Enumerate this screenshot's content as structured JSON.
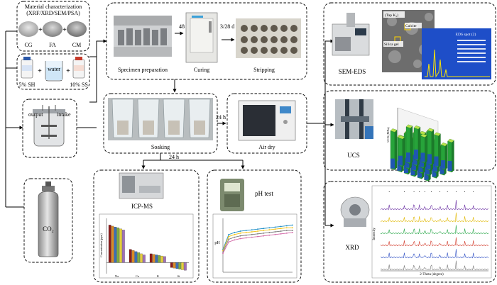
{
  "material": {
    "title_line1": "Material characterization",
    "title_line2": "(XRF/XRD/SEM/PSA)",
    "samples": [
      "CG",
      "FA",
      "CM"
    ]
  },
  "liquids": {
    "left": "5% SH",
    "center": "water",
    "right": "10% SS"
  },
  "mixer": {
    "output": "output",
    "intake": "intake"
  },
  "co2": {
    "label": "CO₂"
  },
  "process": {
    "time_curing": "48 h",
    "time_stripping": "3/28 d",
    "specimen": "Specimen preparation",
    "curing": "Curing",
    "stripping": "Stripping",
    "soaking": "Soaking",
    "time_airdry": "24 h",
    "airdry": "Air dry",
    "time_tests": "24 h"
  },
  "tests": {
    "icpms": "ICP-MS",
    "ph": "pH test",
    "sem": "SEM-EDS",
    "ucs": "UCS",
    "xrd": "XRD"
  },
  "sem_labels": {
    "a": "(Tap K₂)",
    "b": "Calcite",
    "c": "Silica gel",
    "eds": "EDS spot (2)"
  },
  "chart_data": [
    {
      "type": "bar",
      "title": "",
      "ylabel": "Concentration (ppm)",
      "categories": [
        "Na",
        "Ca",
        "K",
        "Si"
      ],
      "series": [
        {
          "values": [
            13.6,
            4.8,
            3.2,
            -1.8
          ]
        },
        {
          "values": [
            13.2,
            4.4,
            3.0,
            -2.0
          ]
        },
        {
          "values": [
            12.9,
            4.0,
            2.8,
            -2.2
          ]
        },
        {
          "values": [
            12.6,
            3.6,
            2.6,
            -2.4
          ]
        },
        {
          "values": [
            12.2,
            3.2,
            2.4,
            -2.6
          ]
        },
        {
          "values": [
            11.8,
            2.8,
            2.2,
            -2.8
          ]
        }
      ],
      "ylim": [
        -4,
        16
      ],
      "colors": [
        "#8c1b1b",
        "#d98b26",
        "#3b6fb5",
        "#7fae3f",
        "#e6cf3a",
        "#a06fb8"
      ]
    },
    {
      "type": "line",
      "ylabel": "pH",
      "x": [
        0,
        2,
        4,
        6,
        8,
        10,
        12,
        14,
        16,
        18,
        20,
        22,
        24
      ],
      "series": [
        {
          "values": [
            7.4,
            9.6,
            9.9,
            10.1,
            10.2,
            10.3,
            10.4,
            10.5,
            10.6,
            10.7,
            10.8,
            10.9,
            11.0
          ]
        },
        {
          "values": [
            7.2,
            9.3,
            9.6,
            9.8,
            9.9,
            10.0,
            10.1,
            10.2,
            10.3,
            10.4,
            10.5,
            10.6,
            10.6
          ]
        },
        {
          "values": [
            7.0,
            8.9,
            9.2,
            9.4,
            9.5,
            9.6,
            9.7,
            9.8,
            9.9,
            10.0,
            10.1,
            10.2,
            10.2
          ]
        },
        {
          "values": [
            6.8,
            8.5,
            8.8,
            9.0,
            9.1,
            9.2,
            9.3,
            9.4,
            9.5,
            9.6,
            9.7,
            9.8,
            9.9
          ]
        }
      ],
      "ylim": [
        4,
        12
      ],
      "colors": [
        "#1f8fc6",
        "#f2c318",
        "#7b7b7b",
        "#d36aa8"
      ]
    },
    {
      "type": "bar",
      "ylabel": "UCS (MPa)",
      "rows": [
        [
          1.6,
          1.3,
          1.7,
          1.6,
          1.2,
          1.5
        ],
        [
          1.8,
          1.6,
          1.7,
          1.9,
          1.6,
          1.4
        ],
        [
          1.4,
          1.8,
          1.6,
          1.7,
          2.0,
          1.8
        ],
        [
          1.9,
          1.7,
          2.0,
          1.8,
          1.7,
          1.9
        ]
      ],
      "zlim": [
        0,
        2.5
      ]
    },
    {
      "type": "line",
      "xlabel": "2-Theta (degree)",
      "ylabel": "Intensity",
      "series_count": 6,
      "colors": [
        "#7a7a7a",
        "#2e4fc4",
        "#d23a2a",
        "#2aa84a",
        "#e1b800",
        "#6a2fa3"
      ]
    }
  ]
}
